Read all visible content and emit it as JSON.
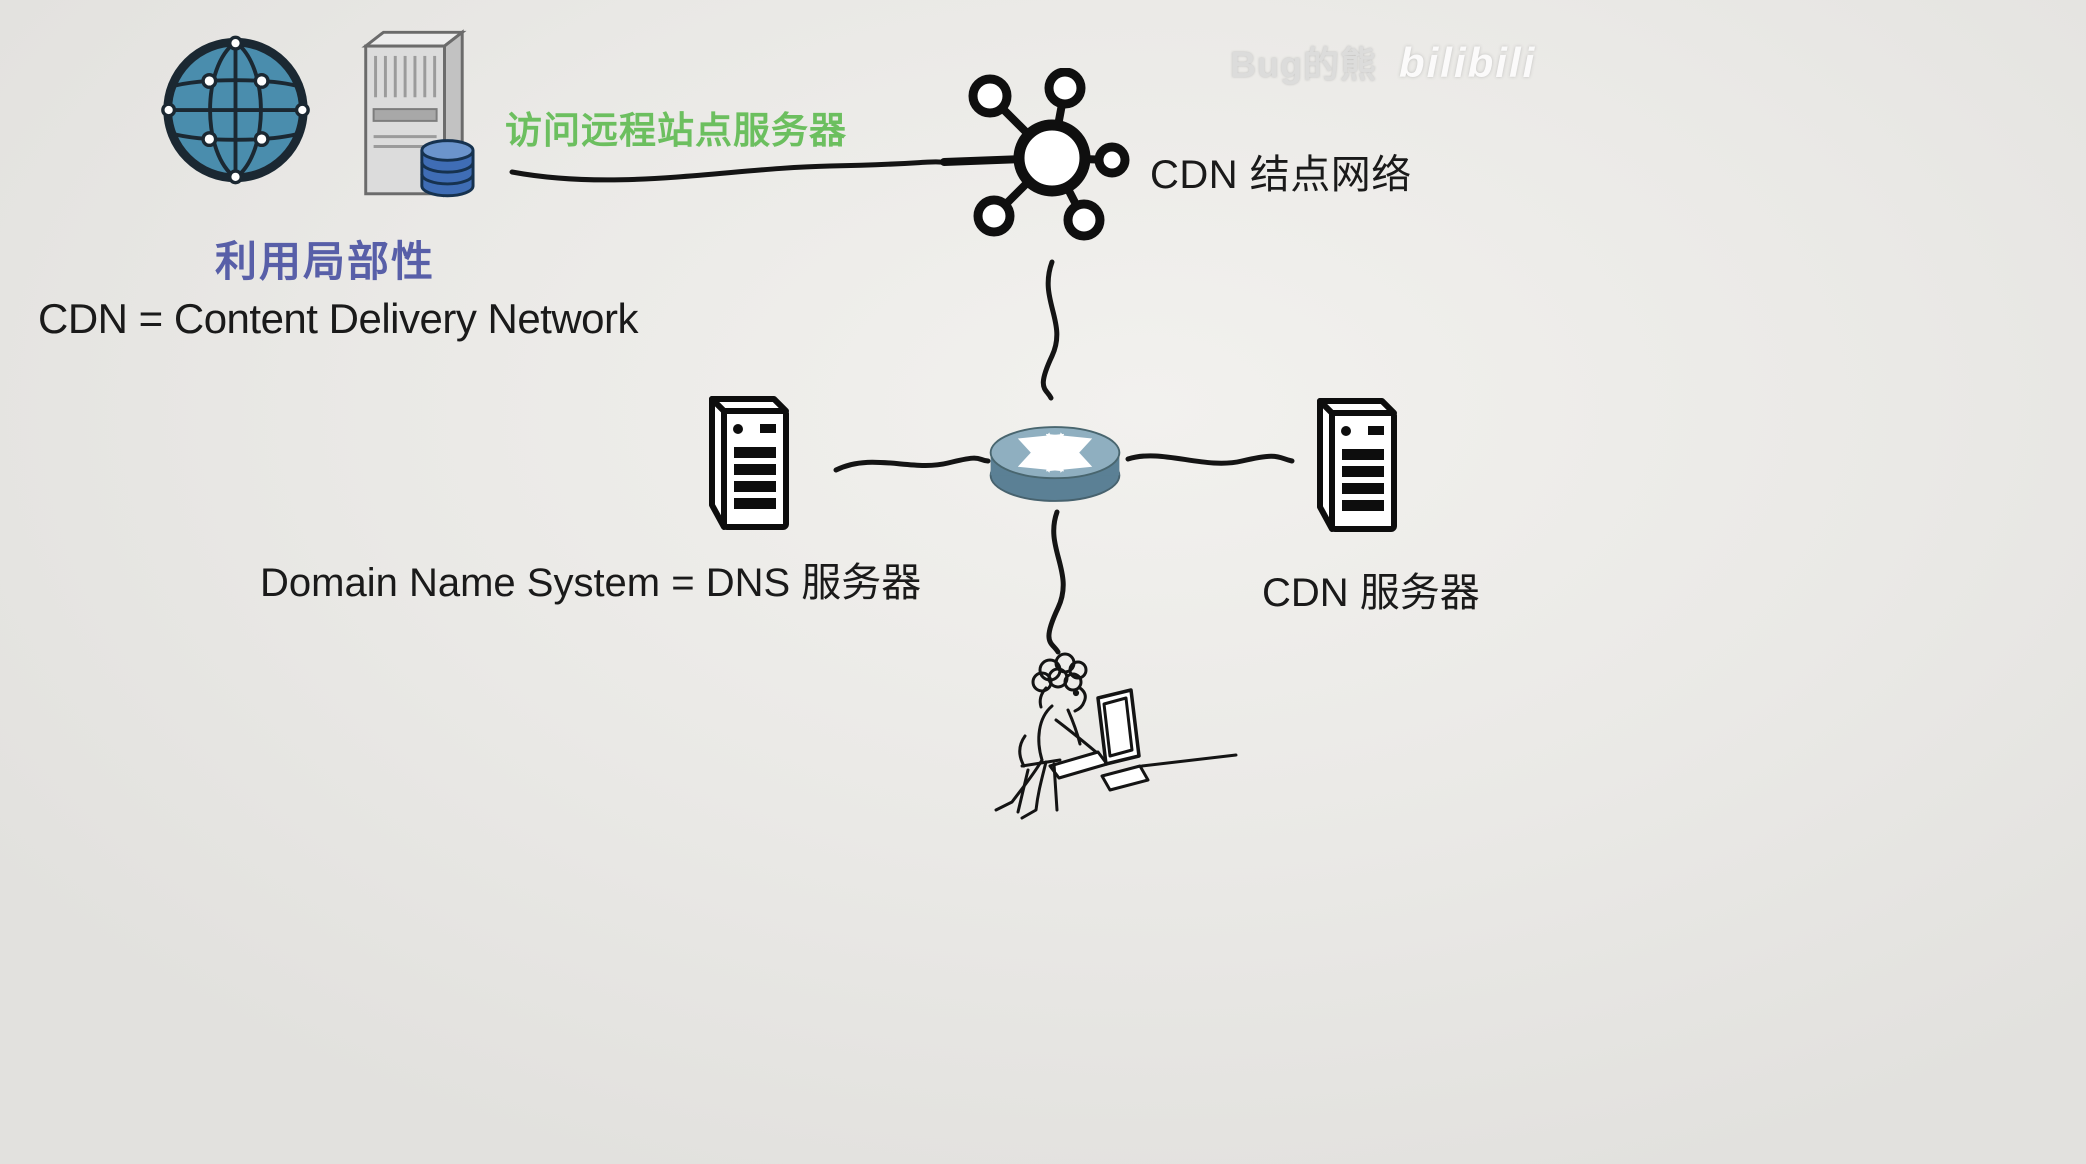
{
  "watermark": {
    "uploader": "Bug的熊",
    "platform": "bilibili"
  },
  "labels": {
    "access_remote": "访问远程站点服务器",
    "cdn_node_network": "CDN 结点网络",
    "use_locality": "利用局部性",
    "cdn_definition": "CDN = Content Delivery Network",
    "dns_server_eq": "Domain Name System = DNS 服务器",
    "cdn_server": "CDN 服务器"
  },
  "icons": {
    "globe": "globe-with-network-grid",
    "origin_server": "server-tower-with-database",
    "cdn_hub": "hub-and-spoke-network",
    "dns_server": "server-rack-outline",
    "router": "router-cylinder-with-arrows",
    "cdn_server_icon": "server-rack-outline",
    "user": "person-at-computer"
  },
  "colors": {
    "background": "#eceae7",
    "green_label": "#6cbf5f",
    "purple_label": "#585fa8",
    "text": "#1a1a1a",
    "connector": "#141414",
    "globe_fill": "#4a8dad",
    "database_blue": "#3f6db5",
    "router_top": "#8fafc0",
    "router_body": "#5b8095"
  }
}
